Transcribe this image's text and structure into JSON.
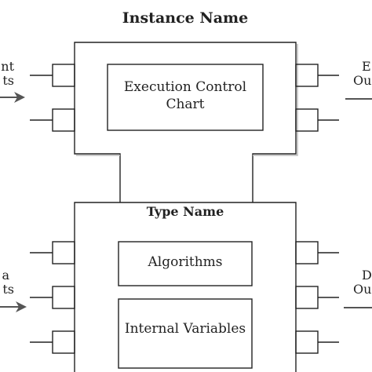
{
  "diagram": {
    "instance_name": "Instance Name",
    "type_name": "Type Name",
    "ecc_line1": "Execution Control",
    "ecc_line2": "Chart",
    "algorithms": "Algorithms",
    "internal_variables": "Internal Variables",
    "event_inputs_line1": "nt",
    "event_inputs_line2": "ts",
    "event_outputs_line1": "E",
    "event_outputs_line2": "Ou",
    "data_inputs_line1": "a",
    "data_inputs_line2": "ts",
    "data_outputs_line1": "D",
    "data_outputs_line2": "Ou"
  },
  "colors": {
    "stroke": "#222222",
    "shadow": "#bbbbbb",
    "arrow": "#555555",
    "background": "#ffffff"
  }
}
